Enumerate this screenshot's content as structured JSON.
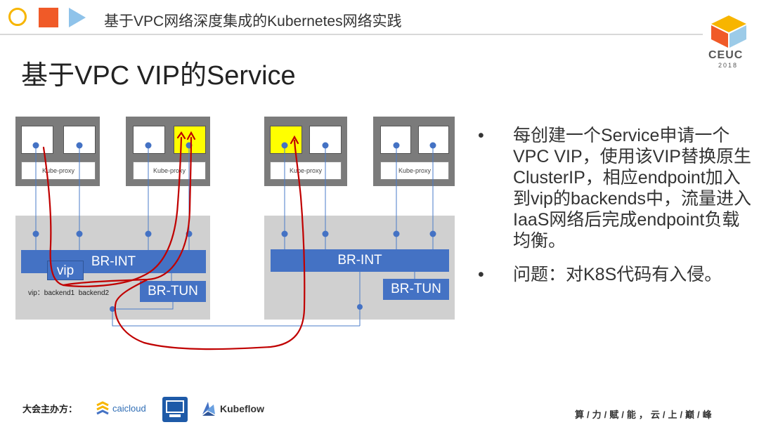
{
  "header": {
    "title": "基于VPC网络深度集成的Kubernetes网络实践"
  },
  "slide": {
    "title": "基于VPC VIP的Service"
  },
  "logo": {
    "text": "CEUC",
    "year": "2018"
  },
  "diagram": {
    "kube_proxy_label": "Kube-proxy",
    "br_int_label": "BR-INT",
    "br_tun_label": "BR-TUN",
    "vip_label": "vip",
    "backends_label": "vip：backend1  backend2"
  },
  "bullets": [
    "每创建一个Service申请一个VPC VIP，使用该VIP替换原生ClusterIP，相应endpoint加入到vip的backends中，流量进入IaaS网络后完成endpoint负载均衡。",
    "问题：对K8S代码有入侵。"
  ],
  "bullet_marker": "•",
  "footer": {
    "organizer_label": "大会主办方：",
    "sponsors": [
      "caicloud",
      "Kubeflow"
    ],
    "slogan": "算/力/赋/能，云/上/巅/峰"
  },
  "colors": {
    "accent_orange": "#f05a28",
    "accent_yellow": "#f7b500",
    "accent_blue": "#4472c4",
    "arrow_red": "#c00000"
  }
}
